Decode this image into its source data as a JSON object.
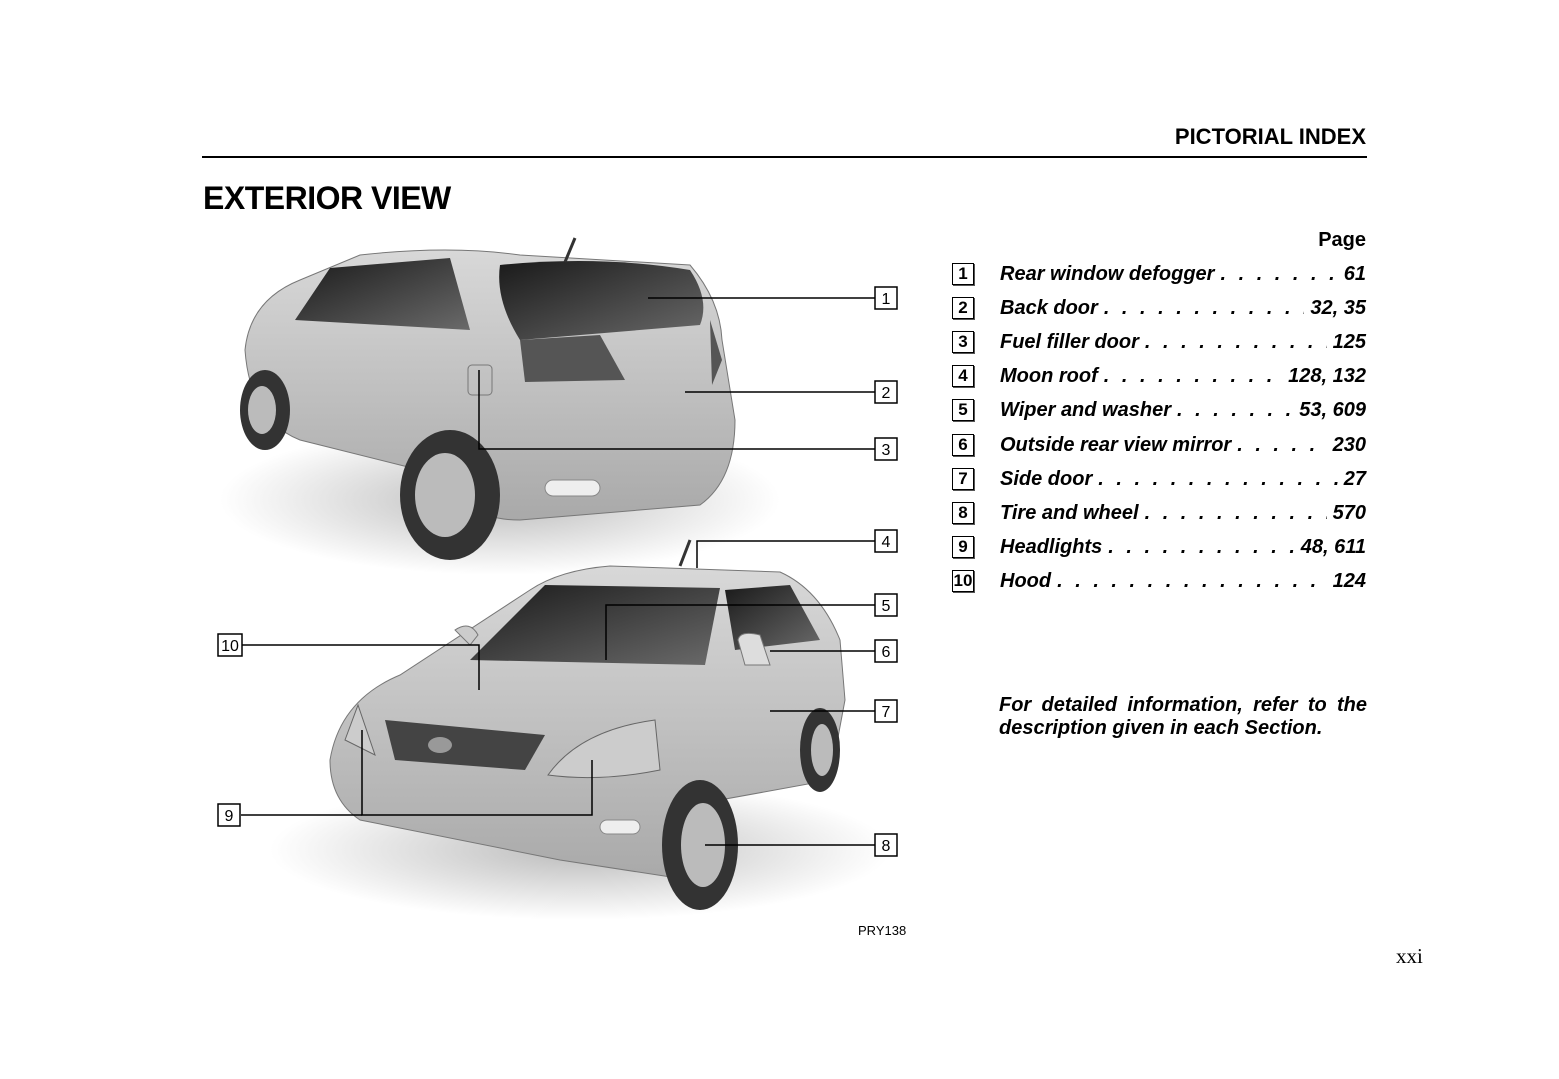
{
  "header": {
    "section": "PICTORIAL INDEX"
  },
  "title": "EXTERIOR VIEW",
  "index": {
    "page_heading": "Page",
    "items": [
      {
        "num": "1",
        "label": "Rear window defogger",
        "page": "61"
      },
      {
        "num": "2",
        "label": "Back door",
        "page": "32, 35"
      },
      {
        "num": "3",
        "label": "Fuel filler door",
        "page": "125"
      },
      {
        "num": "4",
        "label": "Moon roof",
        "page": "128, 132"
      },
      {
        "num": "5",
        "label": "Wiper and washer",
        "page": "53, 609"
      },
      {
        "num": "6",
        "label": "Outside rear view mirror",
        "page": "230"
      },
      {
        "num": "7",
        "label": "Side door",
        "page": "27"
      },
      {
        "num": "8",
        "label": "Tire and wheel",
        "page": "570"
      },
      {
        "num": "9",
        "label": "Headlights",
        "page": "48, 611"
      },
      {
        "num": "10",
        "label": "Hood",
        "page": "124"
      }
    ]
  },
  "note": "For detailed information, refer to the description given in each Section.",
  "figure": {
    "code": "PRY138"
  },
  "footer": {
    "page_number": "xxi"
  }
}
